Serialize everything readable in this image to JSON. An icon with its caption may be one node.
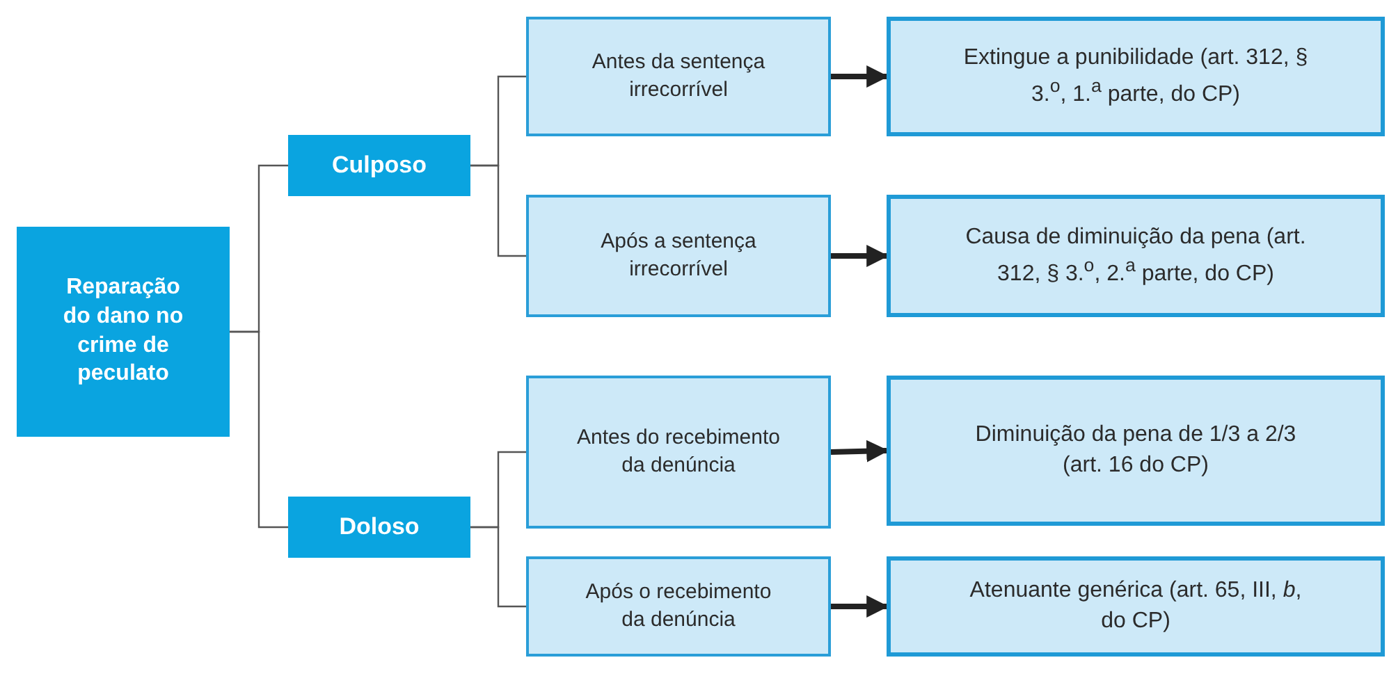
{
  "diagram": {
    "nodes": [
      {
        "text": [
          "Reparação do dano no crime de peculato"
        ]
      },
      {
        "text": [
          "Culposo"
        ]
      },
      {
        "text": [
          "Antes da sentença irrecorrível"
        ]
      },
      {
        "text": [
          "Extingue a punibilidade (art. 312, § 3.$^{o}$, 1.$^{a}$ parte, do CP)"
        ]
      },
      {
        "text": [
          "Após a sentença irrecorrível"
        ]
      },
      {
        "text": [
          "Causa de diminuição da pena (art. 312, § 3.$^{o}$, 2.$^{a}$ parte, do CP)"
        ]
      },
      {
        "text": [
          "Doloso"
        ]
      },
      {
        "text": [
          "Antes do recebimento da denúncia"
        ]
      },
      {
        "text": [
          "Diminuição da pena de 1/3 a 2/3 (art. 16 do CP)"
        ]
      },
      {
        "text": [
          "Após o recebimento da denúncia"
        ]
      },
      {
        "text": [
          "Atenuante genérica (art. 65, III, *b*, do CP)"
        ]
      }
    ],
    "edges": [
      {
        "from": 0,
        "to": 1,
        "arrow": "none"
      },
      {
        "from": 0,
        "to": 6,
        "arrow": "none"
      },
      {
        "from": 1,
        "to": 2,
        "arrow": "none"
      },
      {
        "from": 1,
        "to": 4,
        "arrow": "none"
      },
      {
        "from": 6,
        "to": 7,
        "arrow": "none"
      },
      {
        "from": 6,
        "to": 9,
        "arrow": "none"
      },
      {
        "from": 2,
        "to": 3,
        "arrow": "to",
        "style": "thick"
      },
      {
        "from": 4,
        "to": 5,
        "arrow": "to",
        "style": "thick"
      },
      {
        "from": 7,
        "to": 8,
        "arrow": "to",
        "style": "thick"
      },
      {
        "from": 9,
        "to": 10,
        "arrow": "to",
        "style": "thick"
      }
    ]
  }
}
